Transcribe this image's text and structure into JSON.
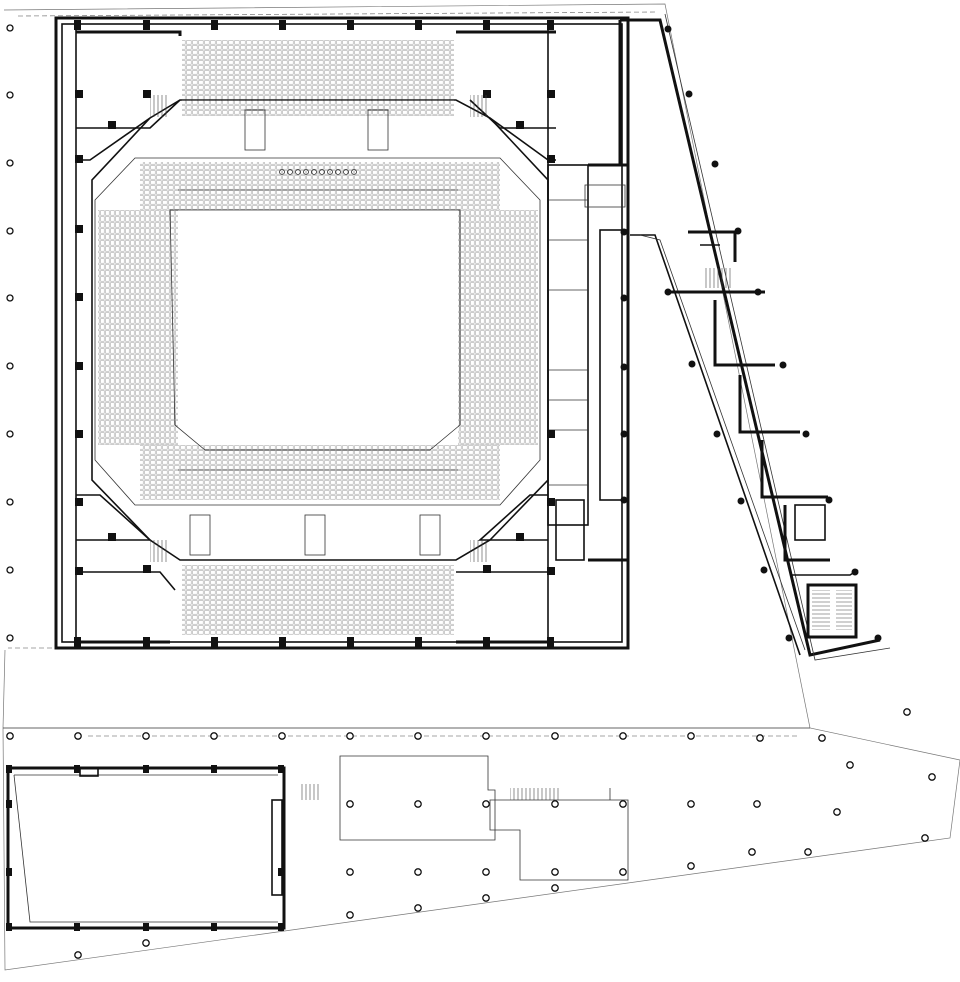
{
  "drawing": {
    "kind": "architectural floor plan",
    "zones": [
      "arena-building",
      "arena-bowl",
      "event-floor",
      "east-annex",
      "south-building",
      "plaza"
    ],
    "colors": {
      "wall": "#111111",
      "seating": "#999999",
      "grid": "#888888",
      "background": "#ffffff"
    },
    "icons": [
      "structural-column",
      "round-column",
      "stair",
      "seating-rows"
    ]
  }
}
